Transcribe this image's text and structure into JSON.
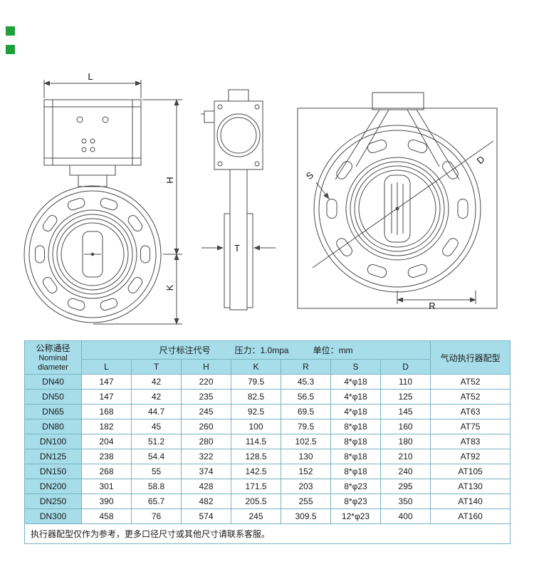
{
  "colors": {
    "table_header_bg": "#a6dde9",
    "table_border": "#79b3c2",
    "marker_green": "#1fa03c"
  },
  "drawing": {
    "dim_labels": {
      "L": "L",
      "T": "T",
      "H": "H",
      "K": "K",
      "R": "R",
      "S": "S",
      "D": "D"
    }
  },
  "table": {
    "col1_title_cn": "公称通径",
    "col1_title_en": "Nominal diameter",
    "spec_title": "尺寸标注代号",
    "pressure": "压力：1.0mpa",
    "unit": "单位：mm",
    "actuator_title": "气动执行器配型",
    "columns": [
      "L",
      "T",
      "H",
      "K",
      "R",
      "S",
      "D"
    ],
    "rows": [
      {
        "dn": "DN40",
        "values": [
          "147",
          "42",
          "220",
          "79.5",
          "45.3",
          "4*φ18",
          "110"
        ],
        "actuator": "AT52"
      },
      {
        "dn": "DN50",
        "values": [
          "147",
          "42",
          "235",
          "82.5",
          "56.5",
          "4*φ18",
          "125"
        ],
        "actuator": "AT52"
      },
      {
        "dn": "DN65",
        "values": [
          "168",
          "44.7",
          "245",
          "92.5",
          "69.5",
          "4*φ18",
          "145"
        ],
        "actuator": "AT63"
      },
      {
        "dn": "DN80",
        "values": [
          "182",
          "45",
          "260",
          "100",
          "79.5",
          "8*φ18",
          "160"
        ],
        "actuator": "AT75"
      },
      {
        "dn": "DN100",
        "values": [
          "204",
          "51.2",
          "280",
          "114.5",
          "102.5",
          "8*φ18",
          "180"
        ],
        "actuator": "AT83"
      },
      {
        "dn": "DN125",
        "values": [
          "238",
          "54.4",
          "322",
          "128.5",
          "130",
          "8*φ18",
          "210"
        ],
        "actuator": "AT92"
      },
      {
        "dn": "DN150",
        "values": [
          "268",
          "55",
          "374",
          "142.5",
          "152",
          "8*φ18",
          "240"
        ],
        "actuator": "AT105"
      },
      {
        "dn": "DN200",
        "values": [
          "301",
          "58.8",
          "428",
          "171.5",
          "203",
          "8*φ23",
          "295"
        ],
        "actuator": "AT130"
      },
      {
        "dn": "DN250",
        "values": [
          "390",
          "65.7",
          "482",
          "205.5",
          "255",
          "8*φ23",
          "350"
        ],
        "actuator": "AT140"
      },
      {
        "dn": "DN300",
        "values": [
          "458",
          "76",
          "574",
          "245",
          "309.5",
          "12*φ23",
          "400"
        ],
        "actuator": "AT160"
      }
    ],
    "note": "执行器配型仅作为参考，更多口径尺寸或其他尺寸请联系客服。"
  }
}
